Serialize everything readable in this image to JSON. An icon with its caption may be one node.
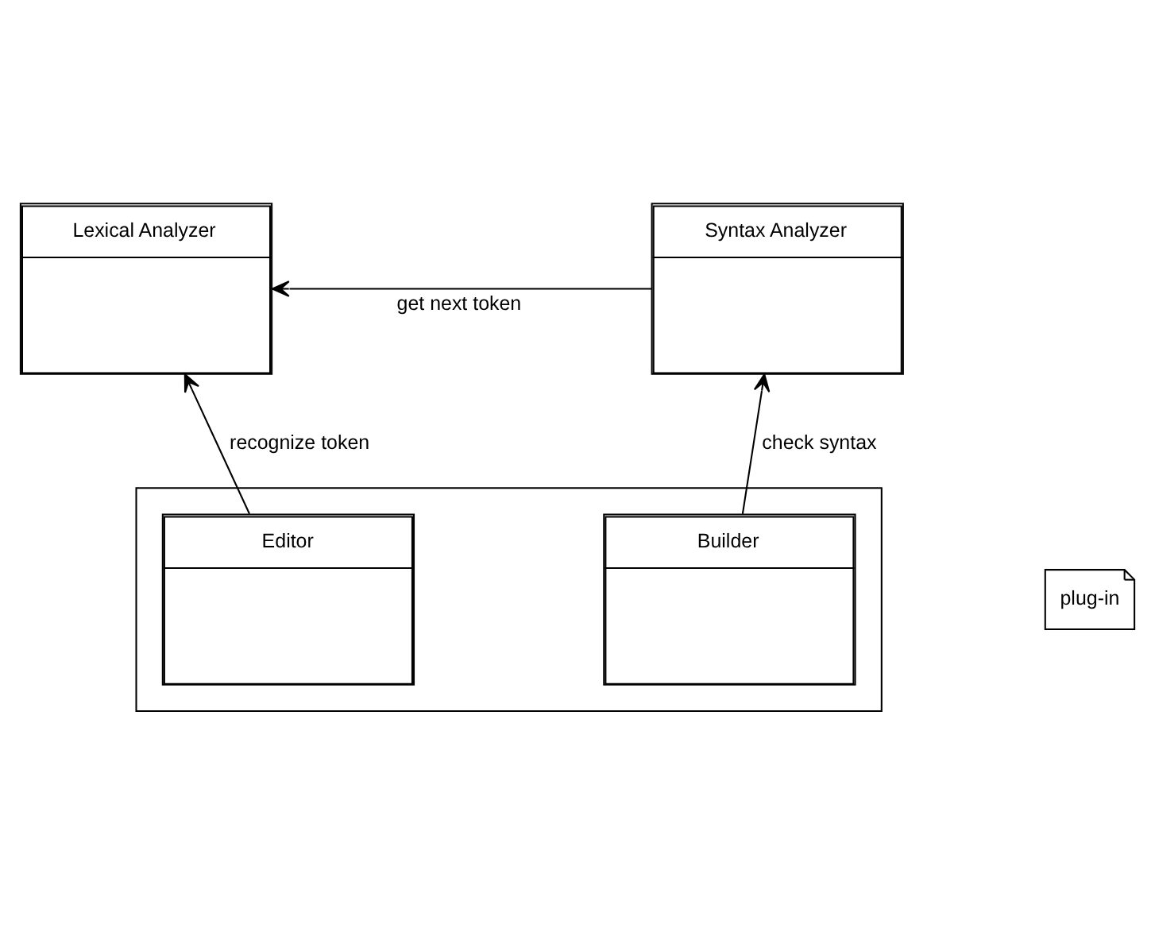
{
  "diagram": {
    "nodes": [
      {
        "text": [
          "Lexical Analyzer"
        ]
      },
      {
        "text": [
          "Syntax Analyzer"
        ]
      },
      {
        "text": [],
        "shape": "box"
      },
      {
        "text": [
          "Editor"
        ],
        "in": 2
      },
      {
        "text": [
          "Builder"
        ],
        "in": 2
      },
      {
        "text": [
          "plug-in"
        ]
      }
    ],
    "edges": [
      {
        "from": 1,
        "to": 0,
        "arrow": "to",
        "label": "get next token"
      },
      {
        "from": 3,
        "to": 0,
        "arrow": "to",
        "label": "recognize token"
      },
      {
        "from": 4,
        "to": 1,
        "arrow": "to",
        "label": "check syntax"
      }
    ]
  }
}
